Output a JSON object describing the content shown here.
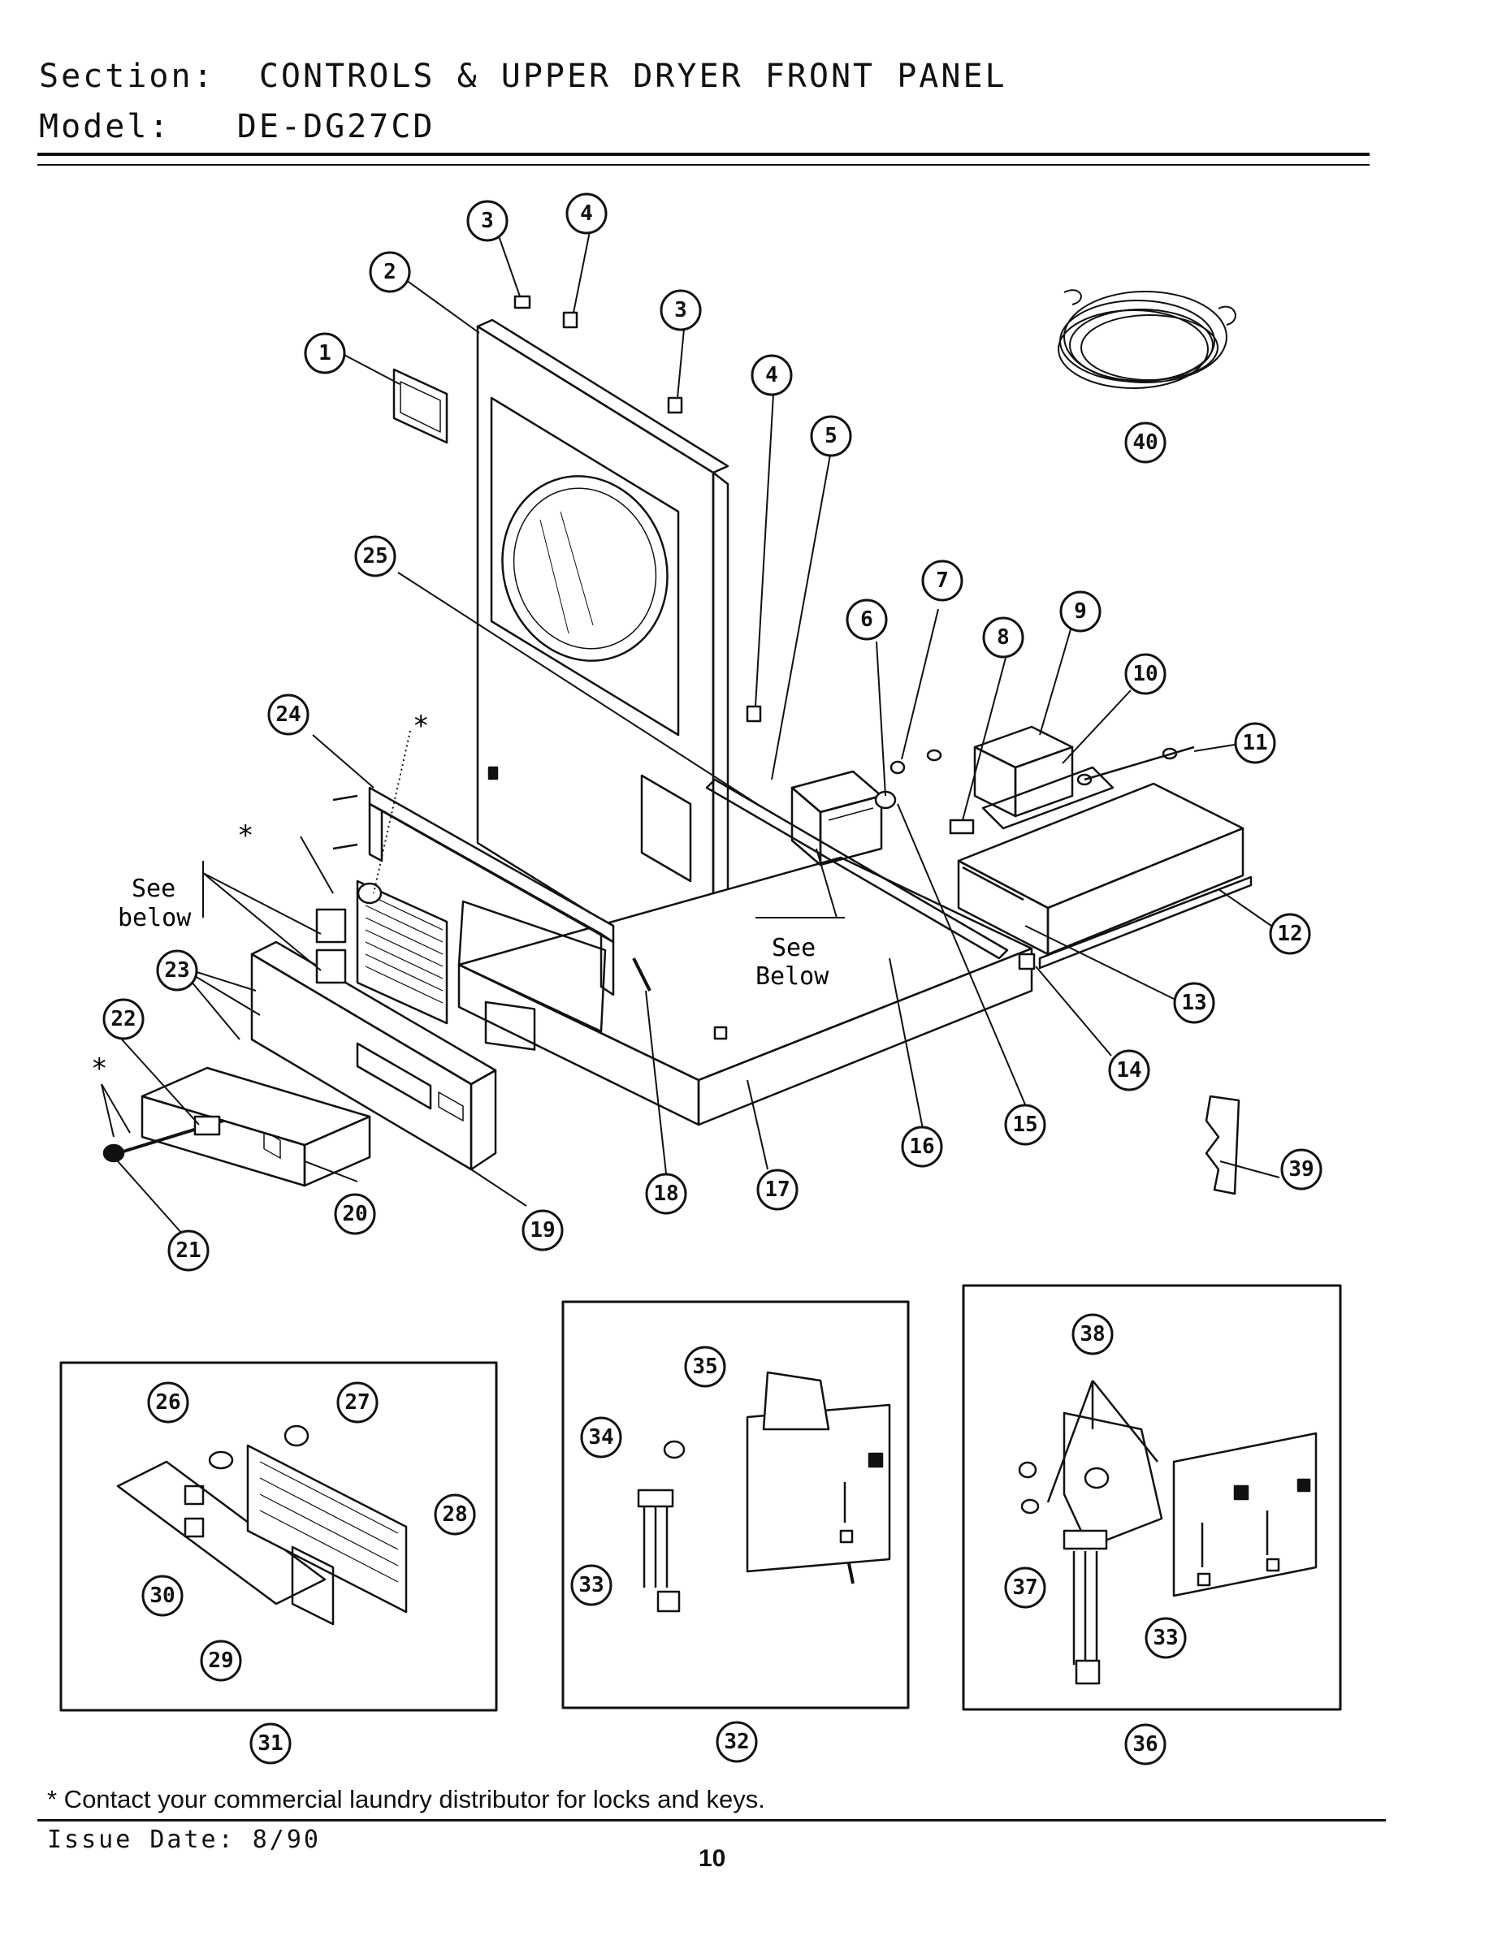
{
  "header": {
    "section_label": "Section:",
    "section_value": "CONTROLS & UPPER DRYER FRONT PANEL",
    "model_label": "Model:",
    "model_value": "DE-DG27CD"
  },
  "diagram": {
    "callouts": [
      "1",
      "2",
      "3",
      "3",
      "4",
      "4",
      "5",
      "6",
      "7",
      "8",
      "9",
      "10",
      "11",
      "12",
      "13",
      "14",
      "15",
      "16",
      "17",
      "18",
      "19",
      "20",
      "21",
      "22",
      "23",
      "24",
      "25",
      "26",
      "27",
      "28",
      "29",
      "30",
      "31",
      "32",
      "33",
      "33",
      "34",
      "35",
      "36",
      "37",
      "38",
      "39",
      "40"
    ],
    "annotations": {
      "see_below_left_1": "See",
      "see_below_left_2": "below",
      "see_below_right_1": "See",
      "see_below_right_2": "Below",
      "asterisk": "*"
    },
    "detail_boxes": [
      "31",
      "32",
      "36"
    ]
  },
  "footer": {
    "note": "* Contact your commercial laundry distributor for locks and keys.",
    "issue_date": "Issue Date: 8/90",
    "page_number": "10"
  }
}
